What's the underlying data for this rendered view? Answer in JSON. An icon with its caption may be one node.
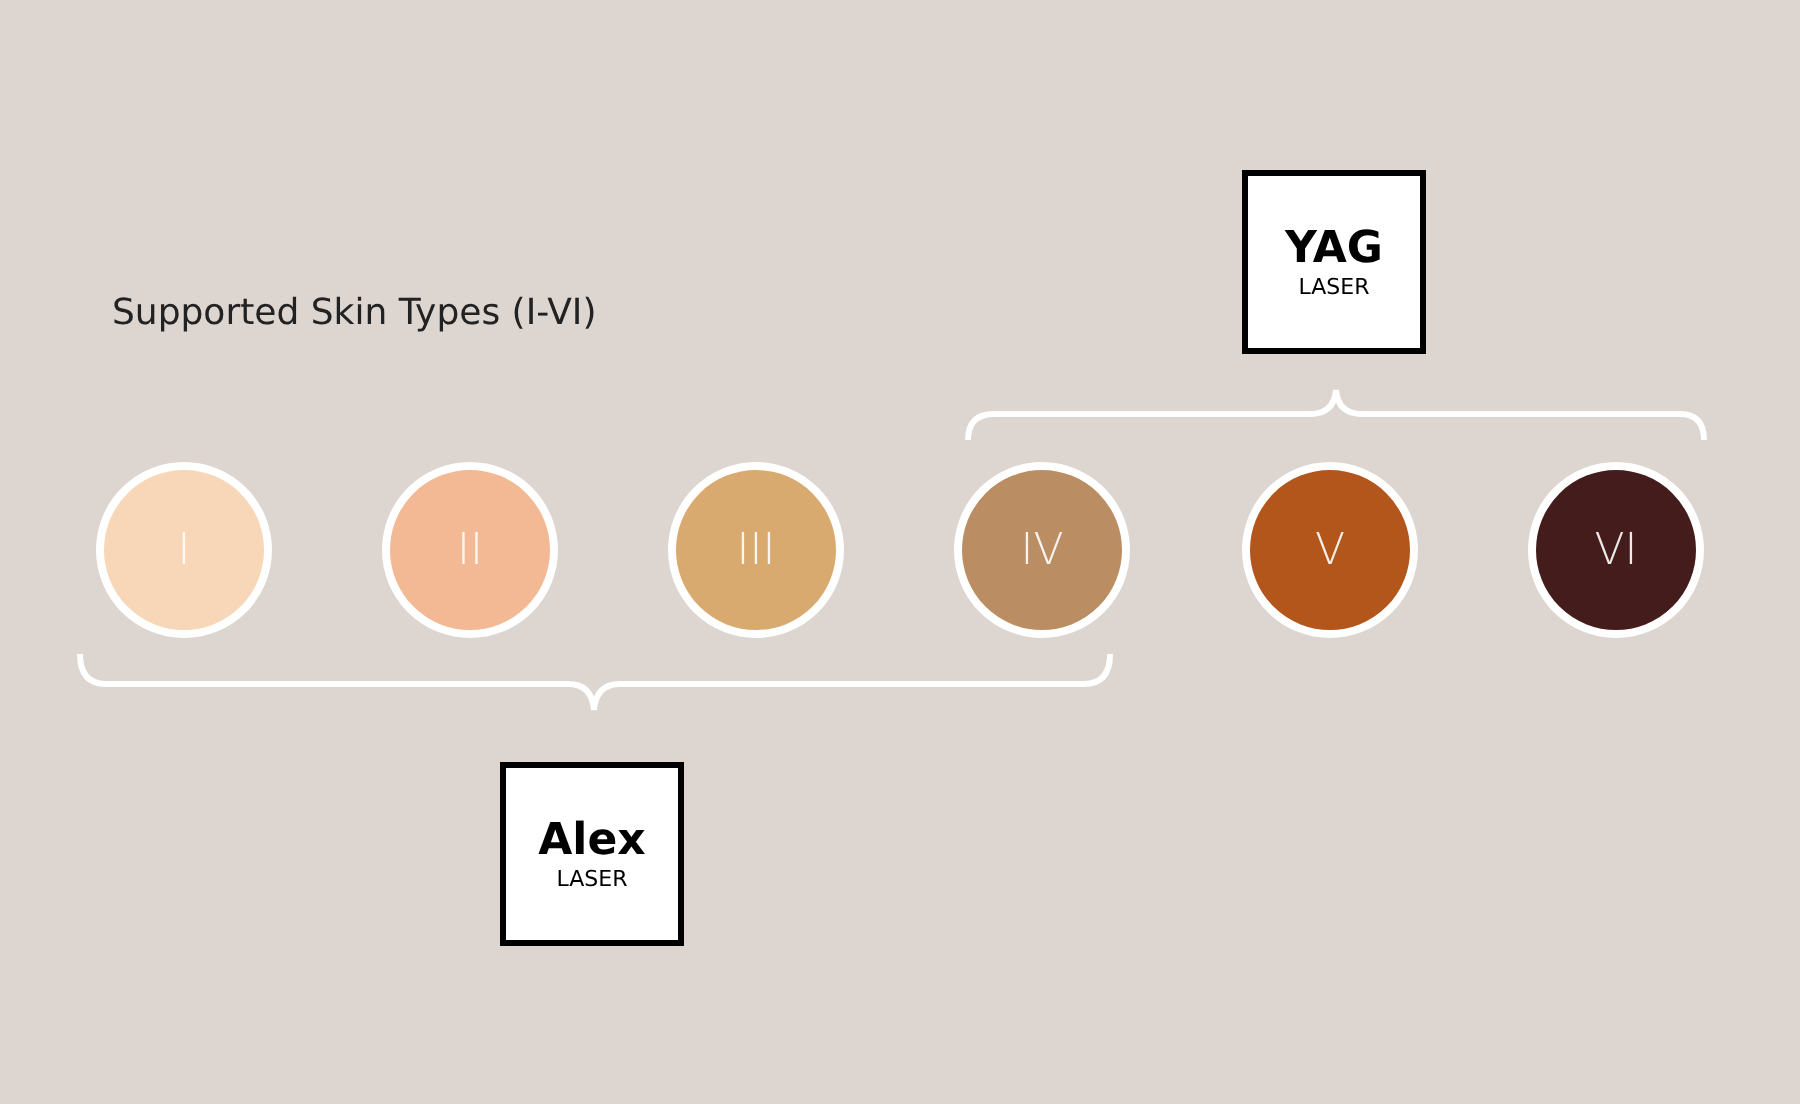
{
  "diagram": {
    "title": "Supported Skin Types (I-VI)",
    "nodes": [
      {
        "text": [
          "I"
        ]
      },
      {
        "text": [
          "II"
        ]
      },
      {
        "text": [
          "III"
        ]
      },
      {
        "text": [
          "IV"
        ]
      },
      {
        "text": [
          "V"
        ]
      },
      {
        "text": [
          "VI"
        ]
      },
      {
        "text": [
          "YAG",
          "LASER"
        ]
      },
      {
        "text": [
          "Alex",
          "LASER"
        ]
      }
    ],
    "edges": []
  }
}
